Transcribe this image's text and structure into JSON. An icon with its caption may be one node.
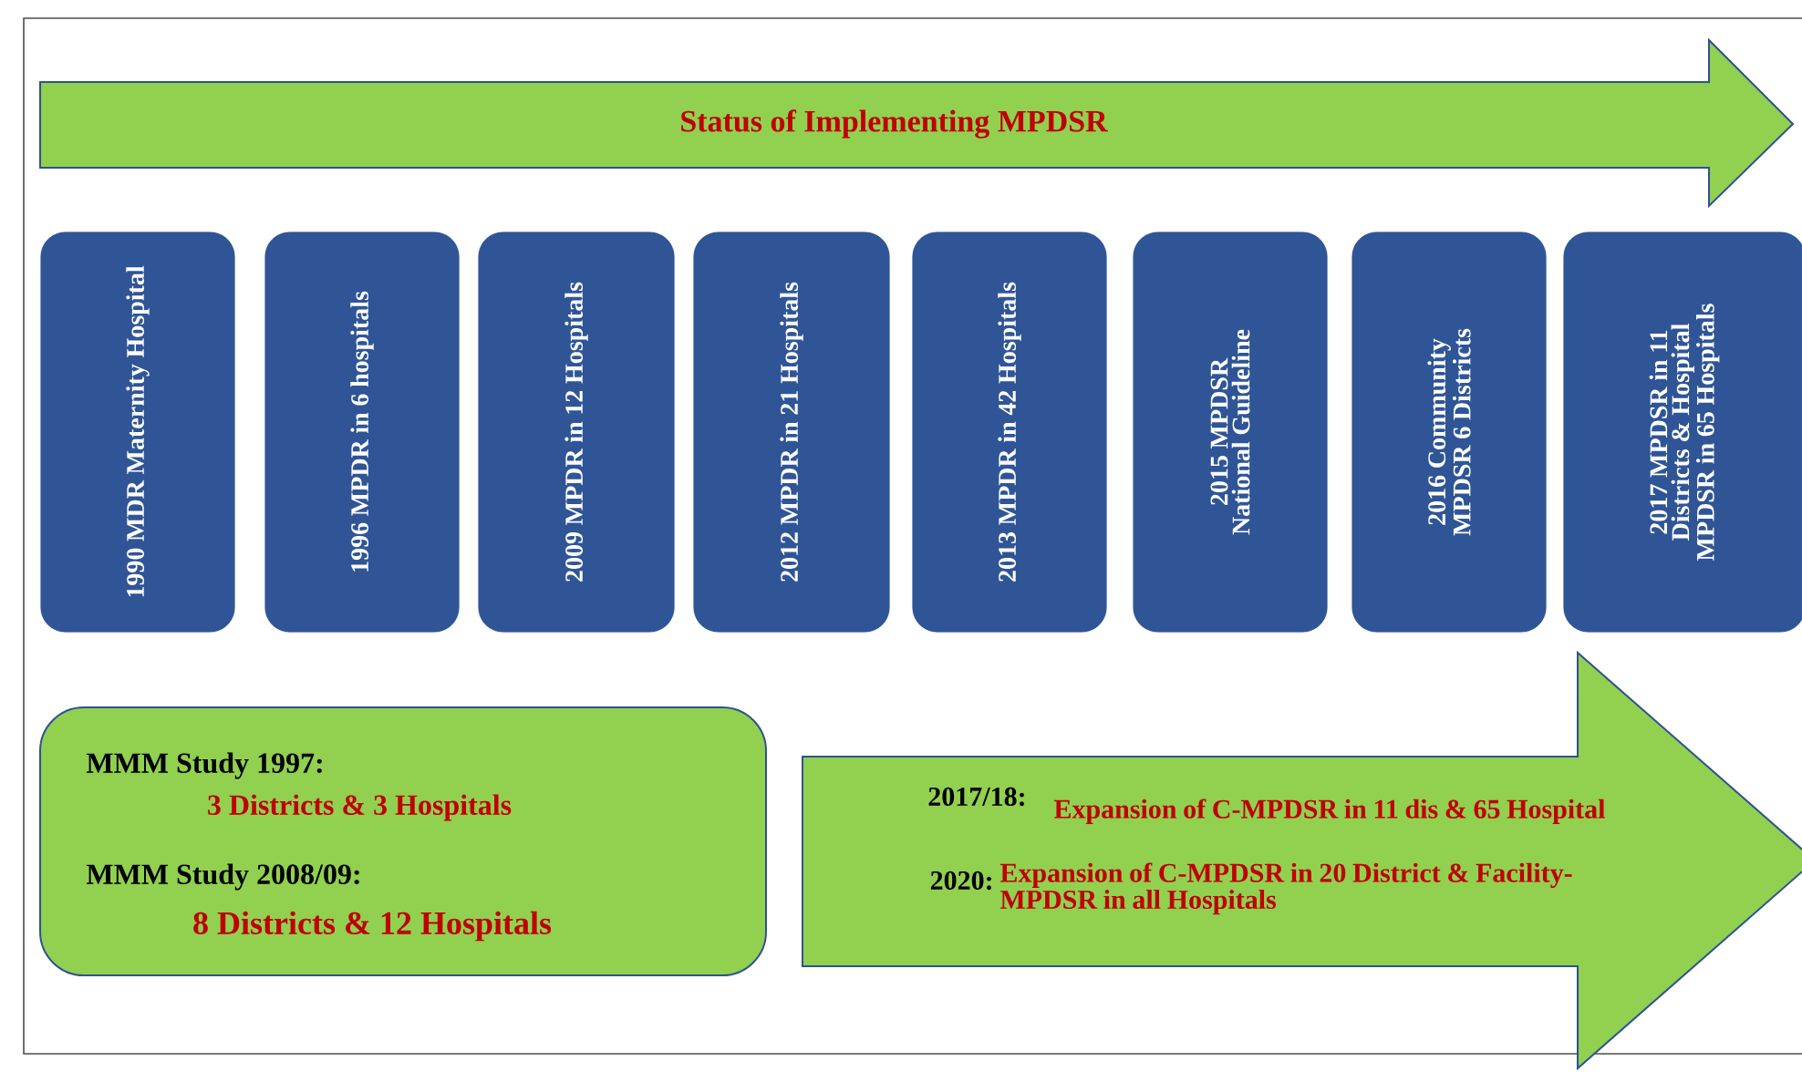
{
  "diagram": {
    "nodes": [
      {
        "text": [
          "Status of Implementing MPDSR"
        ]
      },
      {
        "text": [
          "1990 MDR Maternity Hospital"
        ]
      },
      {
        "text": [
          "1996 MPDR in 6 hospitals"
        ]
      },
      {
        "text": [
          "2009 MPDR in 12 Hospitals"
        ]
      },
      {
        "text": [
          "2012 MPDR in 21 Hospitals"
        ]
      },
      {
        "text": [
          "2013 MPDR in 42 Hospitals"
        ]
      },
      {
        "text": [
          "2015 MPDSR National Guideline"
        ]
      },
      {
        "text": [
          "2016 Community MPDSR 6 Districts"
        ]
      },
      {
        "text": [
          "2017 MPDSR in 11 Districts & Hospital MPDSR in 65 Hospitals"
        ]
      },
      {
        "text": [
          "MMM Study 1997:",
          "3 Districts & 3 Hospitals",
          "MMM Study 2008/09:",
          "8 Districts & 12 Hospitals"
        ]
      },
      {
        "text": [
          "2017/18:",
          "Expansion of C-MPDSR in 11 dis & 65 Hospital",
          "2020:",
          "Expansion of C-MPDSR in 20 District & Facility-MPDSR in all Hospitals"
        ]
      }
    ]
  }
}
